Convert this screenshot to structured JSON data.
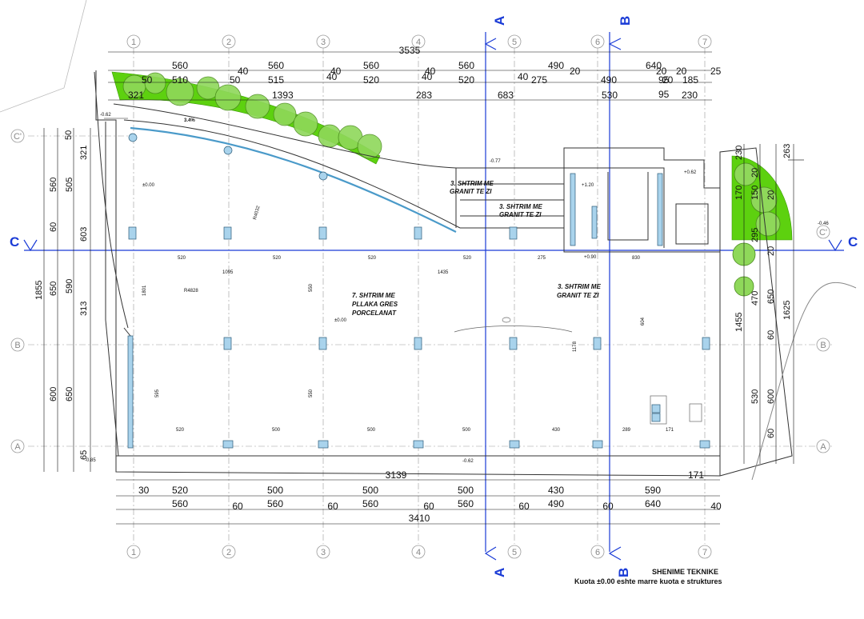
{
  "axes": {
    "numbers": [
      "1",
      "2",
      "3",
      "4",
      "5",
      "6",
      "7"
    ],
    "letters": [
      "A",
      "B",
      "C'"
    ]
  },
  "sections": {
    "A": "A",
    "B": "B",
    "C": "C",
    "C_prime": "C'"
  },
  "top_dims": {
    "overall": "3535",
    "row1": [
      "560",
      "560",
      "560",
      "560",
      "490",
      "640"
    ],
    "row1_extra": [
      "40",
      "40",
      "40",
      "20",
      "20",
      "20",
      "25"
    ],
    "row2": [
      "50",
      "510",
      "50",
      "515",
      "520",
      "520",
      "275",
      "490",
      "20",
      "185"
    ],
    "row2_extra": [
      "40",
      "40",
      "40",
      "95",
      "95"
    ],
    "row3": [
      "321",
      "1393",
      "283",
      "683",
      "530",
      "230"
    ]
  },
  "bottom_dims": {
    "overall_a": "3139",
    "overall_b": "3410",
    "row1": [
      "30",
      "520",
      "500",
      "500",
      "500",
      "430",
      "590",
      "171"
    ],
    "row2": [
      "560",
      "60",
      "560",
      "60",
      "560",
      "60",
      "560",
      "60",
      "490",
      "60",
      "640",
      "40"
    ]
  },
  "left_dims": {
    "outer": "1855",
    "col2": [
      "560",
      "60",
      "650",
      "600"
    ],
    "col3": [
      "505",
      "590",
      "650"
    ],
    "col4": [
      "50",
      "321",
      "603",
      "313",
      "65"
    ]
  },
  "right_dims": {
    "col1": [
      "230",
      "170",
      "295",
      "470",
      "1455"
    ],
    "col2": [
      "150",
      "20",
      "20",
      "60",
      "530",
      "600",
      "60"
    ],
    "col3": [
      "20",
      "650",
      "263",
      "1625"
    ]
  },
  "finishes": {
    "granite_1": "3. SHTRIM ME\nGRANIT TE ZI",
    "granite_2": "3. SHTRIM ME\nGRANIT TE ZI",
    "granite_3": "3. SHTRIM ME\nGRANIT TE ZI",
    "porcelain": "7. SHTRIM ME\nPLLAKA GRES\nPORCELANAT"
  },
  "levels": {
    "slope": "3.4%",
    "main": "±0.00",
    "entry": "-0.62",
    "step": "-0.85",
    "upper": "-0.77",
    "stair": "+1.20",
    "ramp": "-0.46",
    "low": "+0.90",
    "corner": "+0.62",
    "bottom": "-0.62"
  },
  "radii": {
    "r1": "R4828",
    "r2": "R4032"
  },
  "interior_dims": {
    "bays": [
      "520",
      "520",
      "520",
      "520",
      "275",
      "830"
    ],
    "span_a": "1095",
    "span_b": "1435",
    "lower_bays": [
      "520",
      "500",
      "500",
      "500",
      "430",
      "289",
      "171"
    ],
    "verticals": [
      "1801",
      "550",
      "550",
      "595",
      "604",
      "1178"
    ]
  },
  "notes": {
    "title": "SHENIME TEKNIKE",
    "body": "Kuota ±0.00 eshte marre kuota e struktures"
  },
  "colors": {
    "landscape_green": "#5dd10f",
    "column_fill": "#a9d3ec",
    "section_blue": "#1a3bd6",
    "grid": "#9a9a9a"
  }
}
